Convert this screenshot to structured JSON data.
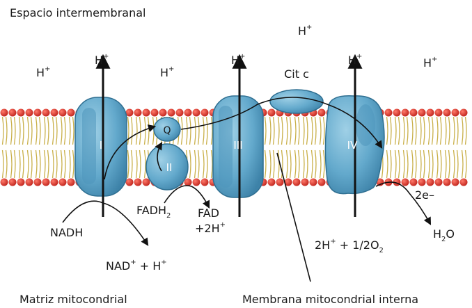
{
  "regions": {
    "top": "Espacio intermembranal",
    "bottom_left": "Matriz mitocondrial",
    "bottom_right": "Membrana mitocondrial interna"
  },
  "complexes": {
    "c1": "I",
    "c2": "II",
    "c3": "III",
    "c4": "IV",
    "q": "Q",
    "cytc": "Cit c"
  },
  "protons": {
    "base": "H",
    "charge": "+"
  },
  "reactions": {
    "nadh": "NADH",
    "nad_plus": "NAD",
    "nad_rest": " + H",
    "fadh_base": "FADH",
    "fadh_sub": "2",
    "fad": "FAD",
    "fad_2h": "+2H",
    "water_left": "2H",
    "water_mid": " + 1/2O",
    "water_sub": "2",
    "h2o_h": "H",
    "h2o_sub": "2",
    "h2o_o": "O",
    "electrons": "2e–"
  },
  "colors": {
    "protein": "#6fb1d0",
    "protein_dark": "#3a7fa3",
    "lipid_head": "#d9342b",
    "lipid_tail": "#c9b04a"
  }
}
